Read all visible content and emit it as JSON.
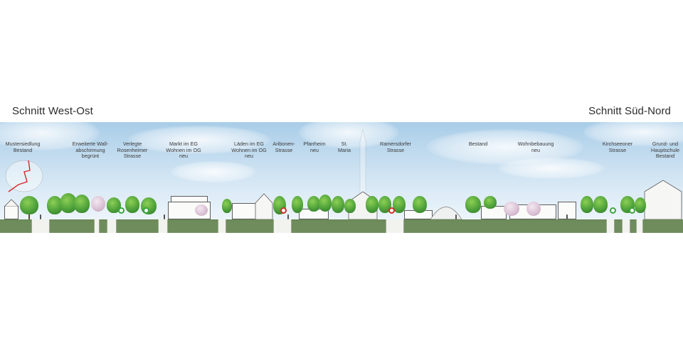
{
  "headings": {
    "left": "Schnitt West-Ost",
    "right": "Schnitt Süd-Nord"
  },
  "section_labels": [
    {
      "id": "mustersiedlung",
      "lines": [
        "Mustersiedlung",
        "Bestand"
      ]
    },
    {
      "id": "wall",
      "lines": [
        "Erweiterte Wall-",
        "abschirmung",
        "begrünt"
      ]
    },
    {
      "id": "rosenheimer",
      "lines": [
        "Verlegte",
        "Rosenheimer",
        "Strasse"
      ]
    },
    {
      "id": "markt",
      "lines": [
        "Markt im EG",
        "Wohnen im OG",
        "neu"
      ]
    },
    {
      "id": "laeden",
      "lines": [
        "Läden im EG",
        "Wohnen im OG",
        "neu"
      ]
    },
    {
      "id": "aribonen",
      "lines": [
        "Aribonen-",
        "Strasse"
      ]
    },
    {
      "id": "pfarrheim",
      "lines": [
        "Pfarrheim",
        "neu"
      ]
    },
    {
      "id": "stmaria",
      "lines": [
        "St.",
        "Maria"
      ]
    },
    {
      "id": "ramersdorfer",
      "lines": [
        "Ramersdorfer",
        "Strasse"
      ]
    },
    {
      "id": "bestand",
      "lines": [
        "Bestand"
      ]
    },
    {
      "id": "wohnbebauung",
      "lines": [
        "Wohnbebauung",
        "neu"
      ]
    },
    {
      "id": "kirchseeoner",
      "lines": [
        "Kirchseeoner",
        "Strasse"
      ]
    },
    {
      "id": "grundschule",
      "lines": [
        "Grund- und",
        "Hauptschule",
        "Bestand"
      ]
    }
  ],
  "colors": {
    "sky": "#c3dcef",
    "ground": "#6f8c5d",
    "tree": "#4fa23a",
    "sign_green": "#3aa63a",
    "sign_red": "#d62a2a"
  }
}
